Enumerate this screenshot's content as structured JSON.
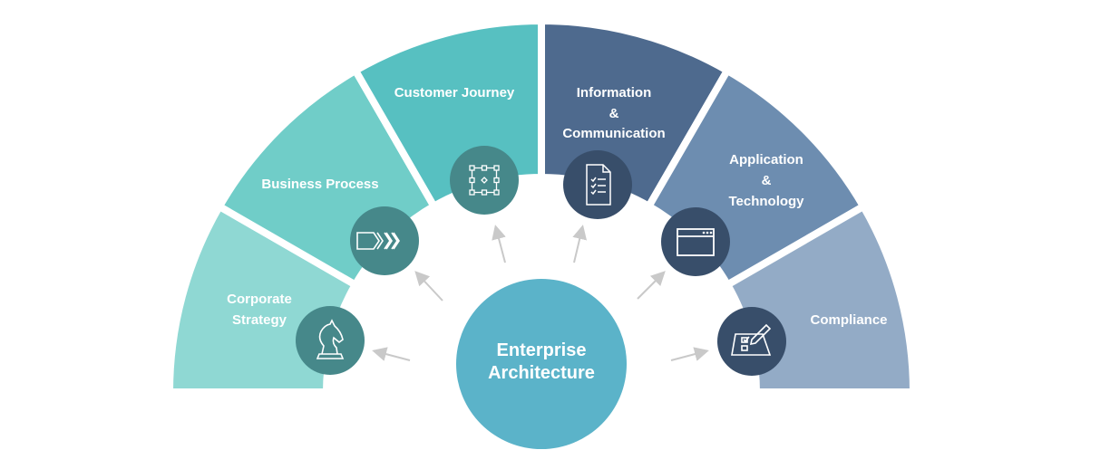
{
  "center": {
    "line1": "Enterprise",
    "line2": "Architecture",
    "color": "#5bb3c9"
  },
  "segments": [
    {
      "id": "corporate-strategy",
      "lines": [
        "Corporate",
        "Strategy"
      ],
      "icon": "chess-knight-icon",
      "color": "#8fd8d3",
      "icon_bg": "#46888a"
    },
    {
      "id": "business-process",
      "lines": [
        "Business Process"
      ],
      "icon": "process-chevrons-icon",
      "color": "#70cdc8",
      "icon_bg": "#46888a"
    },
    {
      "id": "customer-journey",
      "lines": [
        "Customer Journey"
      ],
      "icon": "journey-map-icon",
      "color": "#57c0c1",
      "icon_bg": "#46888a"
    },
    {
      "id": "information-communication",
      "lines": [
        "Information",
        "&",
        "Communication"
      ],
      "icon": "checklist-document-icon",
      "color": "#4e6a8e",
      "icon_bg": "#384e6a"
    },
    {
      "id": "application-technology",
      "lines": [
        "Application",
        "&",
        "Technology"
      ],
      "icon": "browser-window-icon",
      "color": "#6d8db0",
      "icon_bg": "#384e6a"
    },
    {
      "id": "compliance",
      "lines": [
        "Compliance"
      ],
      "icon": "signed-form-icon",
      "color": "#93abc6",
      "icon_bg": "#384e6a"
    }
  ]
}
